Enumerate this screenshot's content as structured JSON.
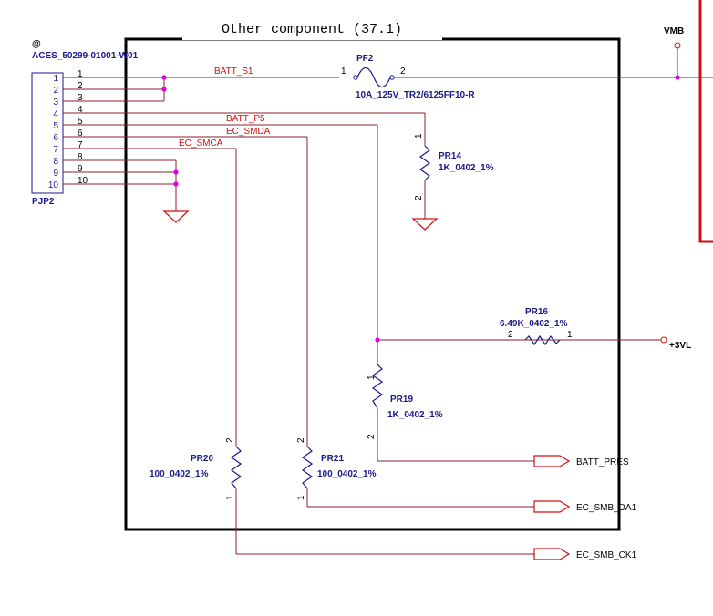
{
  "frame_title": "Other component (37.1)",
  "connector": {
    "marker": "@",
    "part": "ACES_50299-01001-W01",
    "ref": "PJP2",
    "pins": [
      "1",
      "2",
      "3",
      "4",
      "5",
      "6",
      "7",
      "8",
      "9",
      "10"
    ]
  },
  "nets": {
    "batt_s1": "BATT_S1",
    "batt_p5": "BATT_P5",
    "ec_smda": "EC_SMDA",
    "ec_smca": "EC_SMCA"
  },
  "power": {
    "vmb": "VMB",
    "p3vl": "+3VL"
  },
  "fuse": {
    "ref": "PF2",
    "value": "10A_125V_TR2/6125FF10-R",
    "pin1": "1",
    "pin2": "2"
  },
  "resistors": {
    "pr14": {
      "ref": "PR14",
      "value": "1K_0402_1%",
      "pin1": "1",
      "pin2": "2"
    },
    "pr16": {
      "ref": "PR16",
      "value": "6.49K_0402_1%",
      "pin1": "1",
      "pin2": "2"
    },
    "pr19": {
      "ref": "PR19",
      "value": "1K_0402_1%",
      "pin1": "1",
      "pin2": "2"
    },
    "pr20": {
      "ref": "PR20",
      "value": "100_0402_1%",
      "pin1": "1",
      "pin2": "2"
    },
    "pr21": {
      "ref": "PR21",
      "value": "100_0402_1%",
      "pin1": "1",
      "pin2": "2"
    }
  },
  "ports": {
    "batt_pres": "BATT_PRES",
    "ec_smb_da1": "EC_SMB_DA1",
    "ec_smb_ck1": "EC_SMB_CK1"
  },
  "colors": {
    "wire": "#8b1f2a",
    "junction": "#e000e0",
    "net_label": "#d01010",
    "component": "#1a1a8a",
    "power_symbol": "#d01010"
  }
}
